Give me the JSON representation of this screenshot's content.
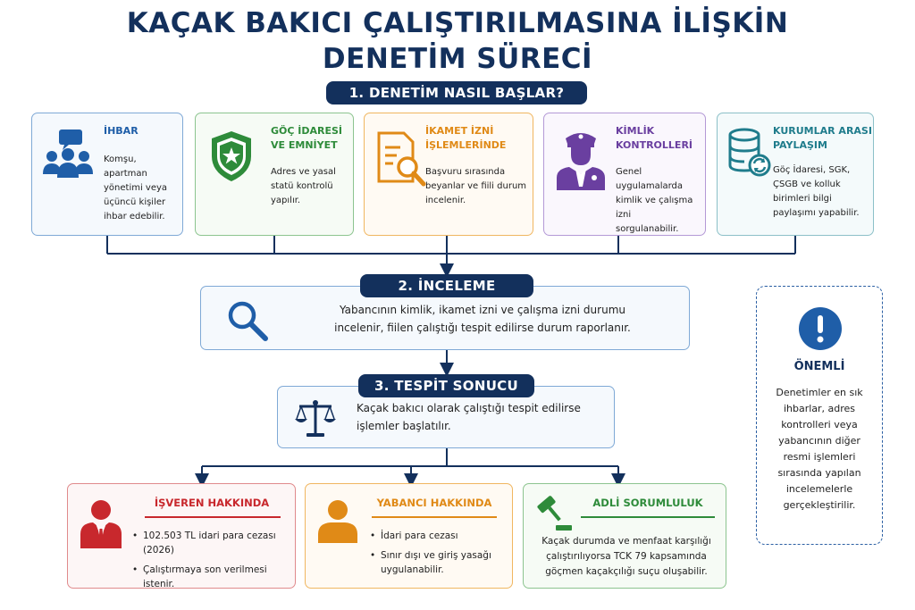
{
  "title": {
    "line1": "KAÇAK BAKICI ÇALIŞTIRILMASINA İLİŞKİN",
    "line2": "DENETİM SÜRECİ"
  },
  "step1": {
    "label": "1. DENETİM NASIL BAŞLAR?",
    "cards": [
      {
        "head1": "İHBAR",
        "head2": "",
        "text": [
          "Komşu, apartman",
          "yönetimi veya",
          "üçüncü kişiler",
          "ihbar edebilir."
        ],
        "icon": "people-speech-icon",
        "color": "#1f5ea8"
      },
      {
        "head1": "GÖÇ İDARESİ",
        "head2": "VE EMNİYET",
        "text": [
          "Adres ve yasal",
          "statü kontrolü",
          "yapılır."
        ],
        "icon": "police-badge-icon",
        "color": "#2e8b3a"
      },
      {
        "head1": "İKAMET İZNİ",
        "head2": "İŞLEMLERİNDE",
        "text": [
          "Başvuru sırasında",
          "beyanlar ve fiili durum",
          "incelenir."
        ],
        "icon": "document-search-icon",
        "color": "#e08a17"
      },
      {
        "head1": "KİMLİK",
        "head2": "KONTROLLERİ",
        "text": [
          "Genel uygulamalarda",
          "kimlik ve çalışma izni",
          "sorgulanabilir."
        ],
        "icon": "police-officer-icon",
        "color": "#6a3fa0"
      },
      {
        "head1": "KURUMLAR ARASI",
        "head2": "PAYLAŞIM",
        "text": [
          "Göç İdaresi, SGK,",
          "ÇSGB ve kolluk",
          "birimleri bilgi",
          "paylaşımı yapabilir."
        ],
        "icon": "database-sync-icon",
        "color": "#1f7c8c"
      }
    ]
  },
  "step2": {
    "label": "2. İNCELEME",
    "line1": "Yabancının kimlik, ikamet izni ve çalışma izni durumu",
    "line2": "incelenir, fiilen çalıştığı tespit edilirse durum raporlanır."
  },
  "step3": {
    "label": "3. TESPİT SONUCU",
    "line1": "Kaçak bakıcı olarak çalıştığı tespit edilirse",
    "line2": "işlemler başlatılır."
  },
  "results": [
    {
      "head": "İŞVEREN HAKKINDA",
      "items": [
        "102.503 TL idari para cezası (2026)",
        "Çalıştırmaya son verilmesi istenir."
      ],
      "icon": "employer-icon",
      "color": "#c8282d"
    },
    {
      "head": "YABANCI HAKKINDA",
      "items": [
        "İdari para cezası",
        "Sınır dışı ve giriş yasağı uygulanabilir."
      ],
      "icon": "person-icon",
      "color": "#e08a17"
    },
    {
      "head": "ADLİ SORUMLULUK",
      "text": [
        "Kaçak durumda ve menfaat karşılığı",
        "çalıştırılıyorsa TCK 79 kapsamında",
        "göçmen kaçakçılığı suçu oluşabilir."
      ],
      "icon": "gavel-icon",
      "color": "#2e8b3a"
    }
  ],
  "note": {
    "head": "ÖNEMLİ",
    "lines": [
      "Denetimler en sık",
      "ihbarlar, adres",
      "kontrolleri veya",
      "yabancının diğer",
      "resmi işlemleri",
      "sırasında yapılan",
      "incelemelerle",
      "gerçekleştirilir."
    ],
    "icon": "exclamation-icon"
  },
  "colors": {
    "navy": "#13305c",
    "blue": "#1f5ea8",
    "green": "#2e8b3a",
    "orange": "#e08a17",
    "purple": "#6a3fa0",
    "teal": "#1f7c8c",
    "red": "#c8282d"
  }
}
